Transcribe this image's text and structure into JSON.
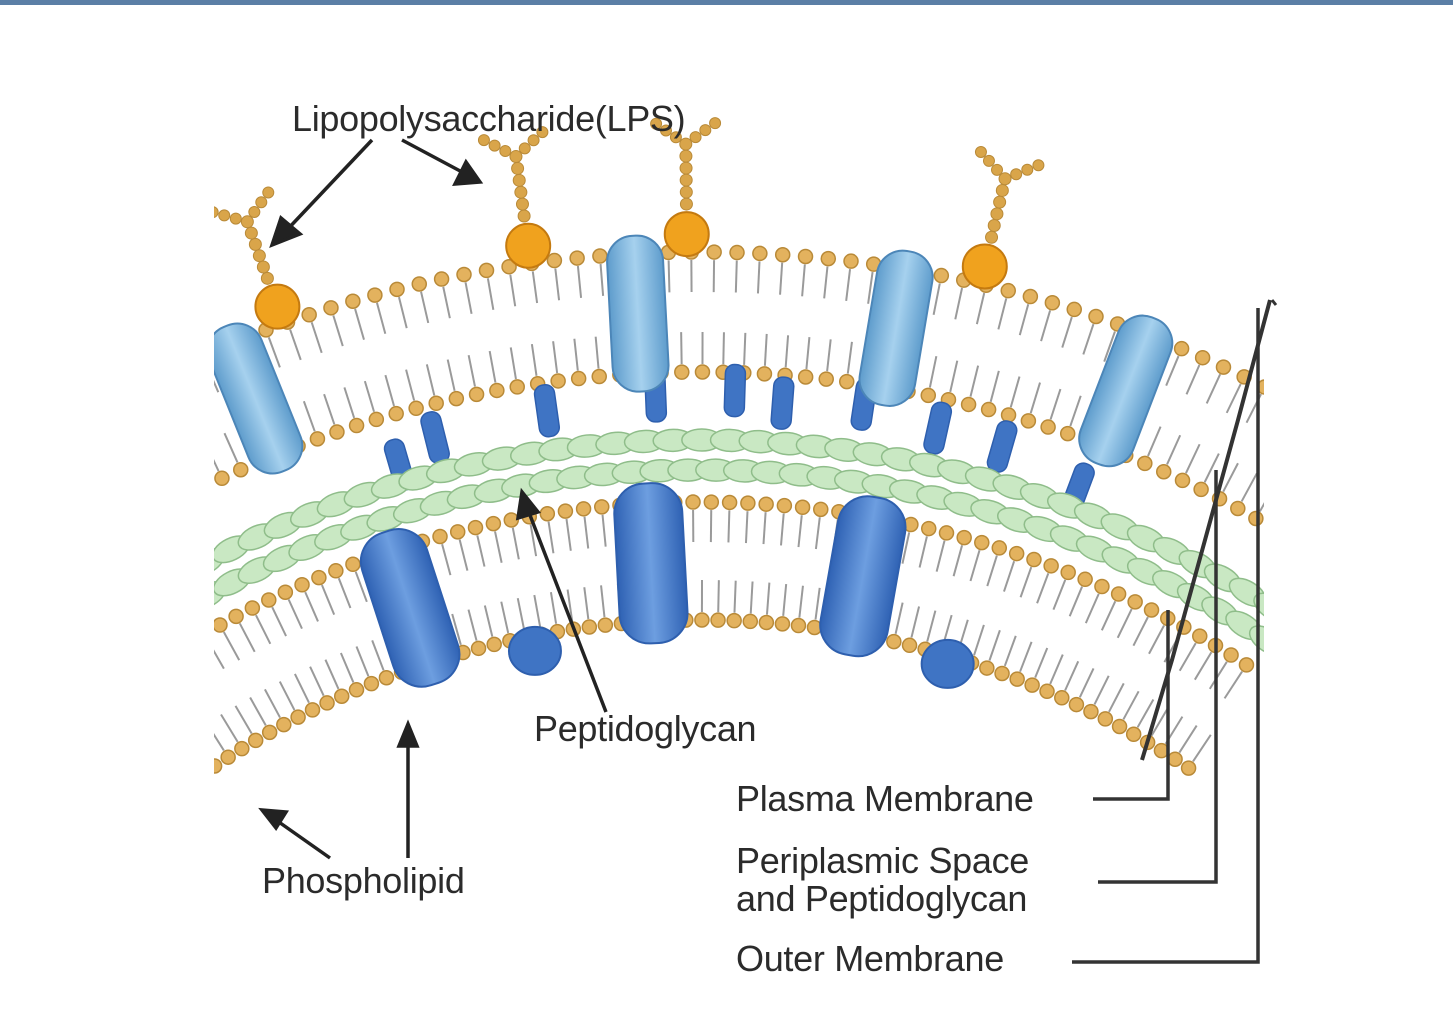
{
  "labels": {
    "lps": "Lipopolysaccharide(LPS)",
    "peptidoglycan": "Peptidoglycan",
    "phospholipid": "Phospholipid",
    "plasma_membrane": "Plasma Membrane",
    "periplasmic_line1": "Periplasmic Space",
    "periplasmic_line2": "and Peptidoglycan",
    "outer_membrane": "Outer Membrane"
  },
  "colors": {
    "frame_rule": "#5b7fa6",
    "lipid_head": "#e3b25e",
    "lipid_head_stroke": "#b98a38",
    "lps_core": "#f0a21e",
    "lps_chain": "#d9a54a",
    "tail": "#9a9a9a",
    "porin": "#7fb6de",
    "protein": "#3f74c4",
    "protein_dark": "#2e5fae",
    "peptidoglycan": "#c9e8c3",
    "peptidoglycan_stroke": "#8fbd8a",
    "bracket": "#333333"
  }
}
